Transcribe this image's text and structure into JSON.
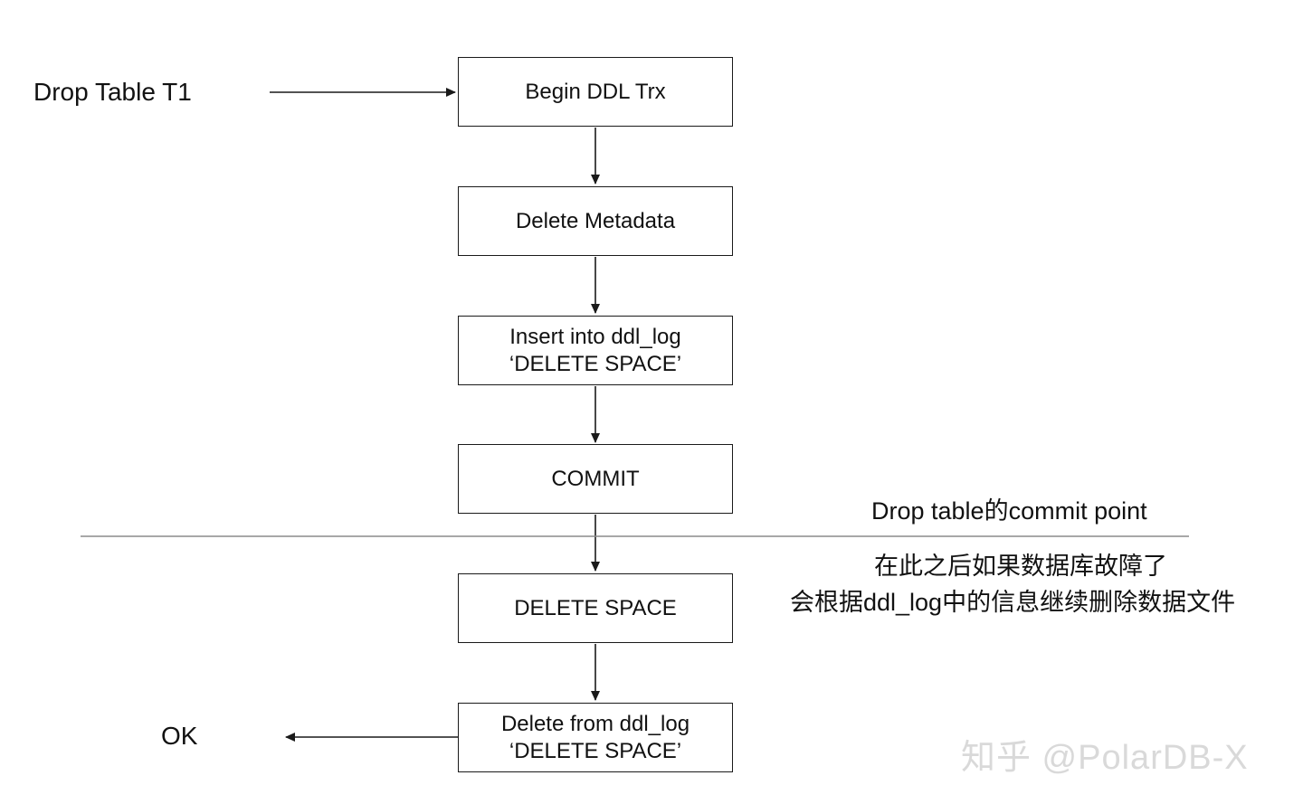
{
  "trigger": {
    "label": "Drop Table T1"
  },
  "result": {
    "label": "OK"
  },
  "steps": [
    {
      "id": "begin",
      "lines": [
        "Begin DDL Trx"
      ]
    },
    {
      "id": "delete-metadata",
      "lines": [
        "Delete Metadata"
      ]
    },
    {
      "id": "insert-ddl-log",
      "lines": [
        "Insert into ddl_log",
        "‘DELETE SPACE’"
      ]
    },
    {
      "id": "commit",
      "lines": [
        "COMMIT"
      ]
    },
    {
      "id": "delete-space",
      "lines": [
        "DELETE SPACE"
      ]
    },
    {
      "id": "delete-from-ddl-log",
      "lines": [
        "Delete from ddl_log",
        "‘DELETE SPACE’"
      ]
    }
  ],
  "commit_point": {
    "label": "Drop table的commit point",
    "note_lines": [
      "在此之后如果数据库故障了",
      "会根据ddl_log中的信息继续删除数据文件"
    ]
  },
  "watermark": "知乎 @PolarDB-X",
  "colors": {
    "line": "#1a1a1a",
    "divider": "#8c8c8c",
    "watermark": "#d9d9d9"
  }
}
